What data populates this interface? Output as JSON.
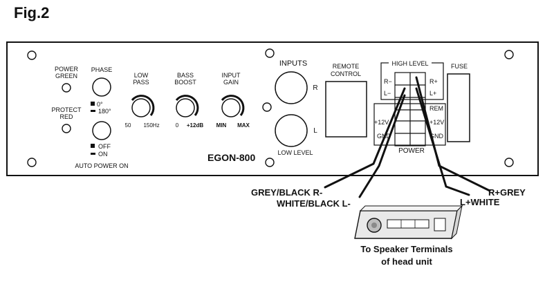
{
  "figure": {
    "label": "Fig.2"
  },
  "panel": {
    "model": "EGON-800",
    "power_led": [
      "POWER",
      "GREEN"
    ],
    "protect_led": [
      "PROTECT",
      "RED"
    ],
    "phase": {
      "title": "PHASE",
      "opt_a": "0°",
      "opt_b": "180°"
    },
    "auto_power": {
      "opt_a": "OFF",
      "opt_b": "ON",
      "title": "AUTO POWER ON"
    },
    "low_pass": {
      "title": [
        "LOW",
        "PASS"
      ],
      "min": "50",
      "max": "150Hz"
    },
    "bass_boost": {
      "title": [
        "BASS",
        "BOOST"
      ],
      "min": "0",
      "max": "+12dB"
    },
    "input_gain": {
      "title": [
        "INPUT",
        "GAIN"
      ],
      "min": "MIN",
      "max": "MAX"
    },
    "inputs": {
      "title": "INPUTS",
      "right": "R",
      "left": "L",
      "bottom": "LOW LEVEL"
    },
    "remote": [
      "REMOTE",
      "CONTROL"
    ],
    "high_level": {
      "title": "HIGH LEVEL",
      "r_minus": "R−",
      "r_plus": "R+",
      "l_minus": "L−",
      "l_plus": "L+"
    },
    "power_block": {
      "rem": "REM",
      "plus12_left": "+12V",
      "plus12_right": "+12V",
      "gnd_left": "GND",
      "gnd_right": "GND",
      "title": "POWER"
    },
    "fuse": "FUSE"
  },
  "wires": {
    "grey_black": "GREY/BLACK R-",
    "white_black": "WHITE/BLACK L-",
    "l_white": "L+WHITE",
    "r_grey": "R+GREY"
  },
  "caption": [
    "To Speaker Terminals",
    "of head unit"
  ]
}
